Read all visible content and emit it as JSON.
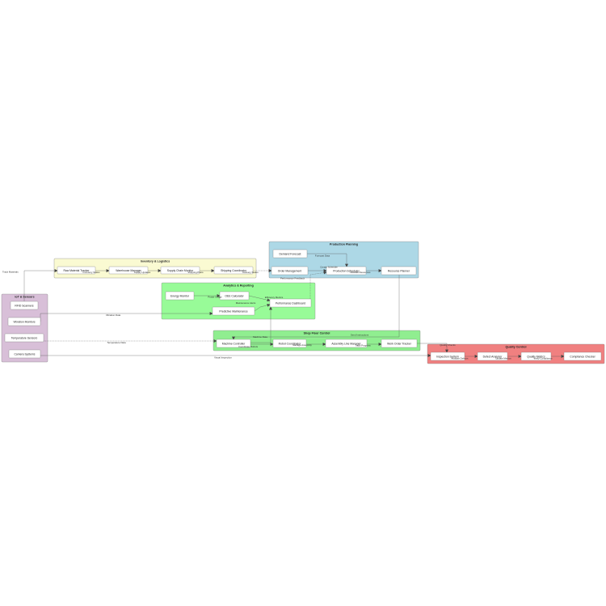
{
  "colors": {
    "inventory": "#fafad2",
    "production": "#add8e6",
    "analytics": "#98fb98",
    "iot": "#d8bfd8",
    "shopfloor": "#90ee90",
    "quality": "#f08080"
  },
  "groups": {
    "inventory": {
      "title": "Inventory & Logistics"
    },
    "production": {
      "title": "Production Planning"
    },
    "analytics": {
      "title": "Analytics & Reporting"
    },
    "iot": {
      "title": "IoT & Sensors"
    },
    "shopfloor": {
      "title": "Shop Floor Control"
    },
    "quality": {
      "title": "Quality Control"
    }
  },
  "nodes": {
    "raw_material_tracker": "Raw Material Tracker",
    "warehouse_manager": "Warehouse Manager",
    "supply_chain_monitor": "Supply Chain Monitor",
    "shipping_coordinator": "Shipping Coordinator",
    "demand_forecast": "Demand Forecast",
    "order_management": "Order Management",
    "production_scheduler": "Production Scheduler",
    "resource_planner": "Resource Planner",
    "energy_monitor": "Energy Monitor",
    "oee_calculator": "OEE Calculator",
    "performance_dashboard": "Performance Dashboard",
    "predictive_maintenance": "Predictive Maintenance",
    "rfid_scanners": "RFID Scanners",
    "vibration_monitors": "Vibration Monitors",
    "temperature_sensors": "Temperature Sensors",
    "camera_systems": "Camera Systems",
    "machine_controller": "Machine Controller",
    "robot_coordinator": "Robot Coordinator",
    "assembly_line_manager": "Assembly Line Manager",
    "work_order_tracker": "Work Order Tracker",
    "inspection_system": "Inspection System",
    "defect_analyzer": "Defect Analyzer",
    "quality_metrics": "Quality Metrics",
    "compliance_checker": "Compliance Checker"
  },
  "edges": {
    "track_materials": "Track Materials",
    "inventory_status": "Inventory Status",
    "supply_updates": "Supply Updates",
    "shipping_plans": "Shipping Plans",
    "delivery_status": "Delivery Status",
    "forecast_data": "Forecast Data",
    "create_schedule": "Create Schedule",
    "allocate_resources": "Allocate Resources",
    "performance_feedback": "Performance Feedback",
    "power_usage": "Power Usage",
    "efficiency_metrics": "Efficiency Metrics",
    "maintenance_alerts": "Maintenance Alerts",
    "vibration_data": "Vibration Data",
    "temperature_data": "Temperature Data",
    "visual_inspection": "Visual Inspection",
    "machine_data": "Machine Data",
    "send_instructions": "Send Instructions",
    "coordinate_robots": "Coordinate Robots",
    "manage_assembly": "Manage Assembly",
    "track_progress": "Track Progress",
    "quality_checks": "Quality Checks",
    "analyze_defects": "Analyze Defects",
    "update_metrics": "Update Metrics",
    "verify_compliance": "Verify Compliance"
  }
}
